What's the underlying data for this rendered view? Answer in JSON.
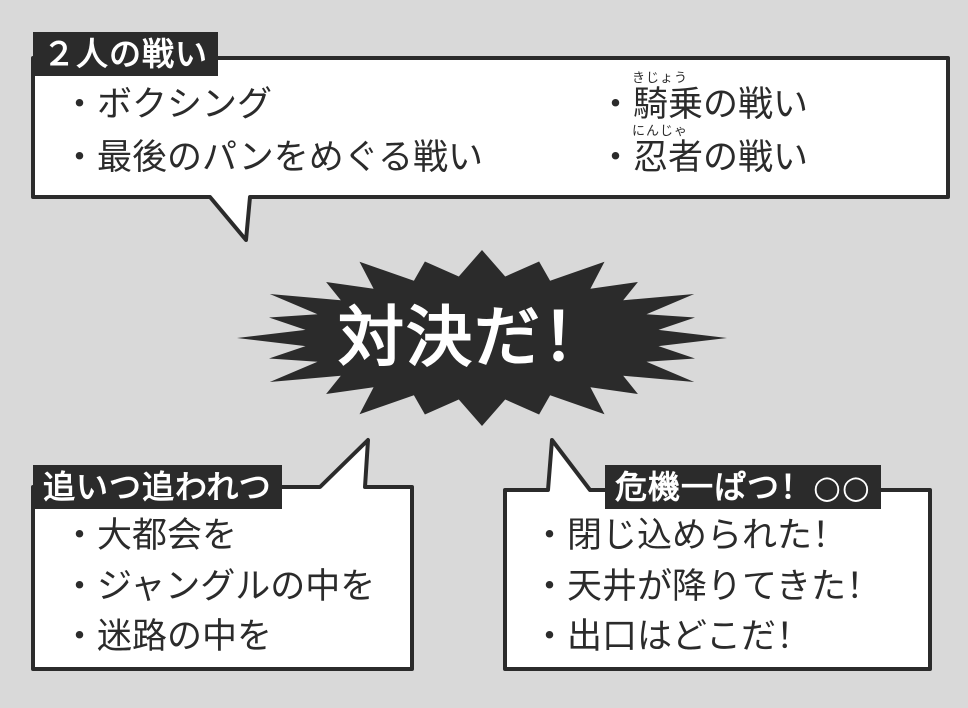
{
  "center": {
    "text": "対決だ！"
  },
  "boxes": {
    "top": {
      "label": "２人の戦い",
      "items_left": [
        "・ボクシング",
        "・最後のパンをめぐる戦い"
      ],
      "items_right": [
        "・騎乗の戦い",
        "・忍者の戦い"
      ],
      "ruby": {
        "kijou": "きじょう",
        "ninja": "にんじゃ"
      }
    },
    "bottom_left": {
      "label": "追いつ追われつ",
      "items": [
        "・大都会を",
        "・ジャングルの中を",
        "・迷路の中を"
      ]
    },
    "bottom_right": {
      "label": "危機一ぱつ！○○",
      "items": [
        "・閉じ込められた！",
        "・天井が降りてきた！",
        "・出口はどこだ！"
      ]
    }
  },
  "colors": {
    "background": "#d9d9d9",
    "ink": "#2b2b2b",
    "box_fill": "#ffffff"
  }
}
